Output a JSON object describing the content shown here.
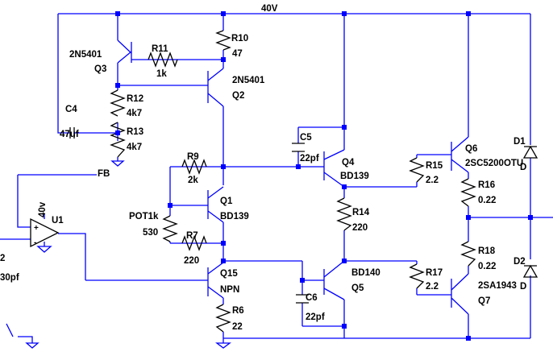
{
  "title": "",
  "labels": {
    "supply": "40V",
    "fb": "FB",
    "u1_supply": "40v",
    "u1": "U1",
    "q3_type": "2N5401",
    "q3": "Q3",
    "r11": "R11",
    "r11_val": "1k",
    "r10": "R10",
    "r10_val": "47",
    "q2_type": "2N5401",
    "q2": "Q2",
    "r12": "R12",
    "r12_val": "4k7",
    "r13": "R13",
    "r13_val": "4k7",
    "c4": "C4",
    "c4_val": "47uf",
    "c5": "C5",
    "c5_val": "22pf",
    "q4": "Q4",
    "q4_type": "BD139",
    "r9": "R9",
    "r9_val": "2k",
    "q1": "Q1",
    "q1_type": "BD139",
    "pot": "POT1k",
    "pot_val": "530",
    "r7": "R7",
    "r7_val": "220",
    "q15": "Q15",
    "q15_type": "NPN",
    "r6": "R6",
    "r6_val": "22",
    "r14": "R14",
    "r14_val": "220",
    "q5_type": "BD140",
    "q5": "Q5",
    "c6": "C6",
    "c6_val": "22pf",
    "r15": "R15",
    "r15_val": "2.2",
    "r16": "R16",
    "r16_val": "0.22",
    "q6": "Q6",
    "q6_type": "2SC5200OTU",
    "r17": "R17",
    "r17_val": "2.2",
    "r18": "R18",
    "r18_val": "0.22",
    "q7_type": "2SA1943",
    "q7": "Q7",
    "d1": "D1",
    "d1_sub": "D",
    "d2": "D2",
    "d2_sub": "D",
    "left_v": "2",
    "left_c": "30pf"
  }
}
